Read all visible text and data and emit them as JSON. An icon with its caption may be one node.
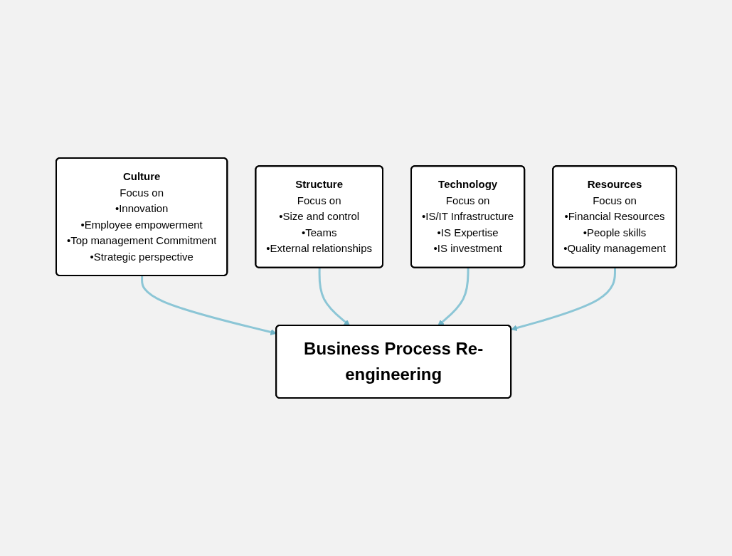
{
  "diagram": {
    "nodes": [
      {
        "text": [
          "Culture",
          "Focus on",
          "•Innovation",
          "•Employee empowerment",
          "•Top management Commitment",
          "•Strategic perspective"
        ]
      },
      {
        "text": [
          "Structure",
          "Focus on",
          "•Size and control",
          "•Teams",
          "•External relationships"
        ]
      },
      {
        "text": [
          "Business Process Re-engineering"
        ]
      },
      {
        "text": [
          "Technology",
          "Focus on",
          "•IS/IT Infrastructure",
          "•IS Expertise",
          "•IS investment"
        ]
      },
      {
        "text": [
          "Resources",
          "Focus on",
          "•Financial Resources",
          "•People skills",
          "•Quality management"
        ]
      }
    ],
    "edges": [
      {
        "from": 0,
        "to": 2,
        "arrow": "to"
      },
      {
        "from": 1,
        "to": 2,
        "arrow": "to"
      },
      {
        "from": 3,
        "to": 2,
        "arrow": "to"
      },
      {
        "from": 4,
        "to": 2,
        "arrow": "to"
      }
    ]
  }
}
